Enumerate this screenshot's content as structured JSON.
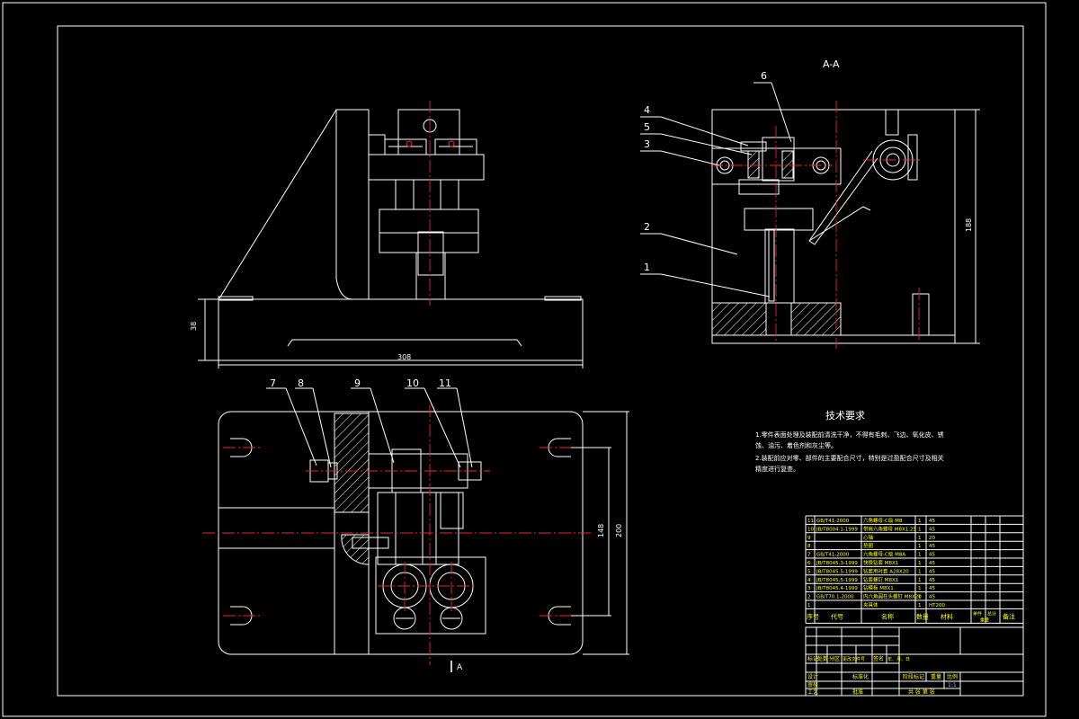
{
  "section_title": "A-A",
  "section_mark": "A",
  "dimensions": {
    "base_height": "38",
    "overall_width": "308",
    "section_height": "188",
    "plan_inner": "148",
    "plan_outer": "200"
  },
  "balloons": [
    "1",
    "2",
    "3",
    "4",
    "5",
    "6",
    "7",
    "8",
    "9",
    "10",
    "11"
  ],
  "tech_req": {
    "title": "技术要求",
    "lines": [
      "1.零件表面处理及装配前清洗干净，不得有毛刺、飞边、氧化皮、锈",
      "蚀、油污、着色剂和灰尘等。",
      "2.装配前应对零、部件的主要配合尺寸，特别是过盈配合尺寸及相关",
      "精度进行复查。"
    ]
  },
  "bom": {
    "rows": [
      {
        "no": "11",
        "code": "GB/T41-2000",
        "name": "六角螺母-C级 M8",
        "qty": "1",
        "mat": "45"
      },
      {
        "no": "10",
        "code": "JB/T8004.1-1999",
        "name": "带肩六角螺母 M8X1.25",
        "qty": "1",
        "mat": "45"
      },
      {
        "no": "9",
        "code": "",
        "name": "心轴",
        "qty": "1",
        "mat": "20"
      },
      {
        "no": "8",
        "code": "",
        "name": "垫圈",
        "qty": "1",
        "mat": "45"
      },
      {
        "no": "7",
        "code": "GB/T41-2000",
        "name": "六角螺母-C级 M8A",
        "qty": "1",
        "mat": "45"
      },
      {
        "no": "6",
        "code": "JB/T8045.3-1999",
        "name": "快换钻套 M8X1",
        "qty": "1",
        "mat": "45"
      },
      {
        "no": "5",
        "code": "JB/T8045.5-1999",
        "name": "钻套用衬套 A28X20",
        "qty": "1",
        "mat": "45"
      },
      {
        "no": "4",
        "code": "JB/T8045.5-1999",
        "name": "钻套螺钉 M8X1",
        "qty": "1",
        "mat": "45"
      },
      {
        "no": "3",
        "code": "JB/T8045.4-1999",
        "name": "钻模板 M8X1",
        "qty": "1",
        "mat": "45"
      },
      {
        "no": "2",
        "code": "GB/T70.1-2000",
        "name": "内六角圆柱头螺钉 M8X20",
        "qty": "1",
        "mat": "45"
      },
      {
        "no": "1",
        "code": "",
        "name": "夹具体",
        "qty": "1",
        "mat": "HT200"
      }
    ],
    "header": {
      "seq": "序号",
      "code": "代号",
      "name": "名称",
      "qty": "数量",
      "mat": "材料",
      "unit_weight": "单件",
      "total_weight": "总计",
      "weight": "重量",
      "remark": "备注"
    }
  },
  "title_block": {
    "labels": [
      "标记",
      "处数",
      "分区",
      "更改文件号",
      "签名",
      "年、月、日"
    ],
    "roles": [
      "设计",
      "审核",
      "工艺"
    ],
    "std": "标准化",
    "approve": "批准",
    "stage": "阶段标记",
    "weight": "重量",
    "scale": "比例",
    "scale_val": "1:1",
    "sheets": "共 张 第 张"
  }
}
